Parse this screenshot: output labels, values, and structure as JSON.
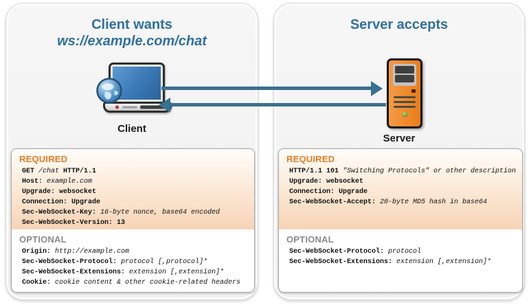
{
  "colors": {
    "title_blue": "#31709d",
    "arrow_teal": "#38718f",
    "required_orange": "#e87a25",
    "optional_gray": "#8a8a8a",
    "server_orange": "#e97d18",
    "laptop_screen_blue": "#3a78b5",
    "peach_gradient_bottom": "#f7d3b6",
    "panel_gray": "#f3f3f3"
  },
  "left_panel": {
    "title_line1": "Client wants",
    "title_line2": "ws://example.com/chat",
    "device_label": "Client",
    "required": {
      "heading": "REQUIRED",
      "lines": [
        [
          {
            "t": "GET ",
            "s": "b"
          },
          {
            "t": "/chat ",
            "s": "i"
          },
          {
            "t": "HTTP/1.1",
            "s": "b"
          }
        ],
        [
          {
            "t": "Host: ",
            "s": "b"
          },
          {
            "t": "example.com",
            "s": "i"
          }
        ],
        [
          {
            "t": "Upgrade: websocket",
            "s": "b"
          }
        ],
        [
          {
            "t": "Connection: Upgrade",
            "s": "b"
          }
        ],
        [
          {
            "t": "Sec-WebSocket-Key: ",
            "s": "b"
          },
          {
            "t": "16-byte nonce, base64 encoded",
            "s": "i"
          }
        ],
        [
          {
            "t": "Sec-WebSocket-Version: 13",
            "s": "b"
          }
        ]
      ]
    },
    "optional": {
      "heading": "OPTIONAL",
      "lines": [
        [
          {
            "t": "Origin: ",
            "s": "b"
          },
          {
            "t": "http://example.com",
            "s": "i"
          }
        ],
        [
          {
            "t": "Sec-WebSocket-Protocol: ",
            "s": "b"
          },
          {
            "t": "protocol [,protocol]*",
            "s": "i"
          }
        ],
        [
          {
            "t": "Sec-WebSocket-Extensions: ",
            "s": "b"
          },
          {
            "t": "extension [,extension]*",
            "s": "i"
          }
        ],
        [
          {
            "t": "Cookie: ",
            "s": "b"
          },
          {
            "t": "cookie content & other cookie-related headers",
            "s": "i"
          }
        ]
      ]
    }
  },
  "right_panel": {
    "title": "Server accepts",
    "device_label": "Server",
    "required": {
      "heading": "REQUIRED",
      "lines": [
        [
          {
            "t": "HTTP/1.1 101 ",
            "s": "b"
          },
          {
            "t": "\"Switching Protocols\" or other description",
            "s": "i"
          }
        ],
        [
          {
            "t": "Upgrade: websocket",
            "s": "b"
          }
        ],
        [
          {
            "t": "Connection: Upgrade",
            "s": "b"
          }
        ],
        [
          {
            "t": "Sec-WebSocket-Accept: ",
            "s": "b"
          },
          {
            "t": "20-byte MD5 hash in base64",
            "s": "i"
          }
        ]
      ]
    },
    "optional": {
      "heading": "OPTIONAL",
      "lines": [
        [
          {
            "t": "Sec-WebSocket-Protocol: ",
            "s": "b"
          },
          {
            "t": "protocol",
            "s": "i"
          }
        ],
        [
          {
            "t": "Sec-WebSocket-Extensions: ",
            "s": "b"
          },
          {
            "t": "extension [,extension]*",
            "s": "i"
          }
        ]
      ]
    }
  }
}
